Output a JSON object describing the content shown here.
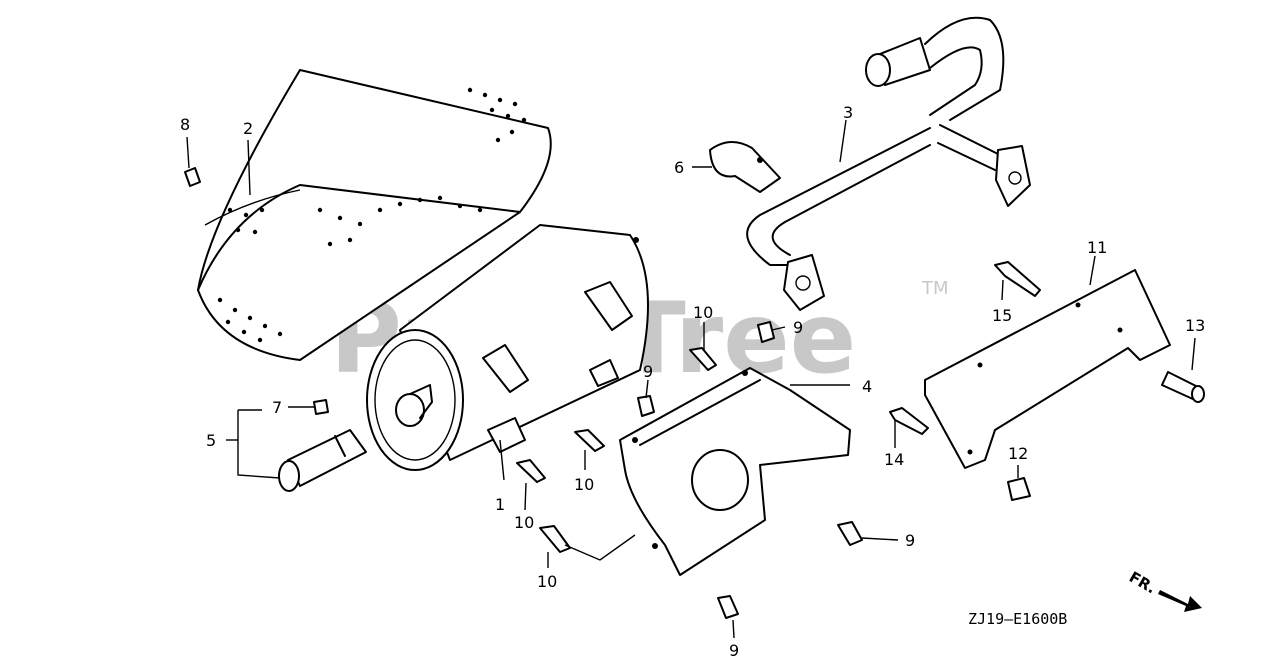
{
  "watermark": {
    "text": "PartsTree",
    "trademark": "TM"
  },
  "diagram_code": "ZJ19—E1600B",
  "front_indicator": "FR.",
  "callouts": [
    {
      "id": "c1",
      "label": "1"
    },
    {
      "id": "c2",
      "label": "2"
    },
    {
      "id": "c3",
      "label": "3"
    },
    {
      "id": "c4",
      "label": "4"
    },
    {
      "id": "c5",
      "label": "5"
    },
    {
      "id": "c6",
      "label": "6"
    },
    {
      "id": "c7",
      "label": "7"
    },
    {
      "id": "c8",
      "label": "8"
    },
    {
      "id": "c9a",
      "label": "9"
    },
    {
      "id": "c9b",
      "label": "9"
    },
    {
      "id": "c9c",
      "label": "9"
    },
    {
      "id": "c9d",
      "label": "9"
    },
    {
      "id": "c10a",
      "label": "10"
    },
    {
      "id": "c10b",
      "label": "10"
    },
    {
      "id": "c10c",
      "label": "10"
    },
    {
      "id": "c10d",
      "label": "10"
    },
    {
      "id": "c11",
      "label": "11"
    },
    {
      "id": "c12",
      "label": "12"
    },
    {
      "id": "c13",
      "label": "13"
    },
    {
      "id": "c14",
      "label": "14"
    },
    {
      "id": "c15",
      "label": "15"
    }
  ]
}
